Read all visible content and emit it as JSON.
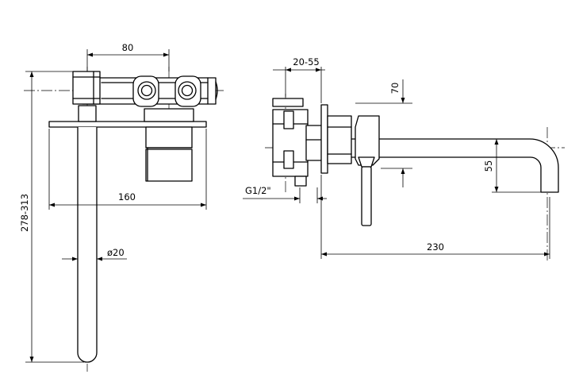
{
  "dimensions": {
    "front_width_valve": "80",
    "front_plate_width": "160",
    "front_spout_diameter": "ø20",
    "front_height_range": "278-313",
    "side_wall_range": "20-55",
    "side_height_70": "70",
    "side_height_55": "55",
    "side_thread": "G1/2\"",
    "side_projection": "230"
  }
}
